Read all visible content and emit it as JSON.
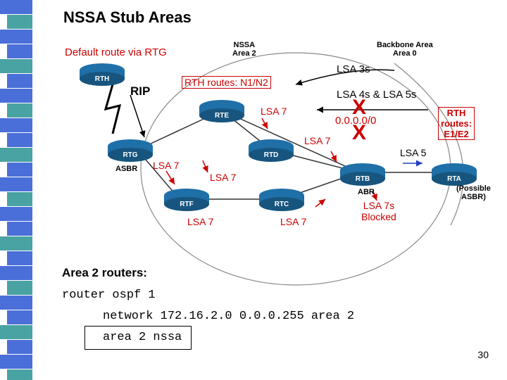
{
  "title": "NSSA Stub Areas",
  "labels": {
    "default_route": "Default route via RTG",
    "nssa_area": "NSSA\nArea 2",
    "backbone_area": "Backbone Area\nArea 0",
    "lsa3s": "LSA 3s",
    "rth_routes_n1n2": "RTH routes: N1/N2",
    "rip": "RIP",
    "lsa4s5s": "LSA 4s & LSA 5s",
    "lsa7_rte": "LSA 7",
    "default_zero": "0.0.0.0/0",
    "lsa7_rtd": "LSA 7",
    "lsa5": "LSA 5",
    "rth_routes_e1e2": "RTH\nroutes:\nE1/E2",
    "asbr": "ASBR",
    "lsa7_rtg": "LSA 7",
    "lsa7_center": "LSA 7",
    "abr": "ABR",
    "possible_asbr": "(Possible\nASBR)",
    "lsa7s_blocked": "LSA 7s\nBlocked",
    "lsa7_rtf": "LSA 7",
    "lsa7_rtc": "LSA 7"
  },
  "routers": {
    "rth": "RTH",
    "rte": "RTE",
    "rtg": "RTG",
    "rtd": "RTD",
    "rtb": "RTB",
    "rta": "RTA",
    "rtf": "RTF",
    "rtc": "RTC"
  },
  "config": {
    "heading": "Area 2 routers:",
    "line1": "router ospf 1",
    "line2": "network 172.16.2.0 0.0.0.255 area 2",
    "line3": "area 2 nssa"
  },
  "page_number": "30",
  "colors": {
    "accent_red": "#cc0000",
    "router_blue": "#1f6fa8",
    "strip_blue": "#4b6fd8",
    "strip_teal": "#4aa3a3"
  }
}
